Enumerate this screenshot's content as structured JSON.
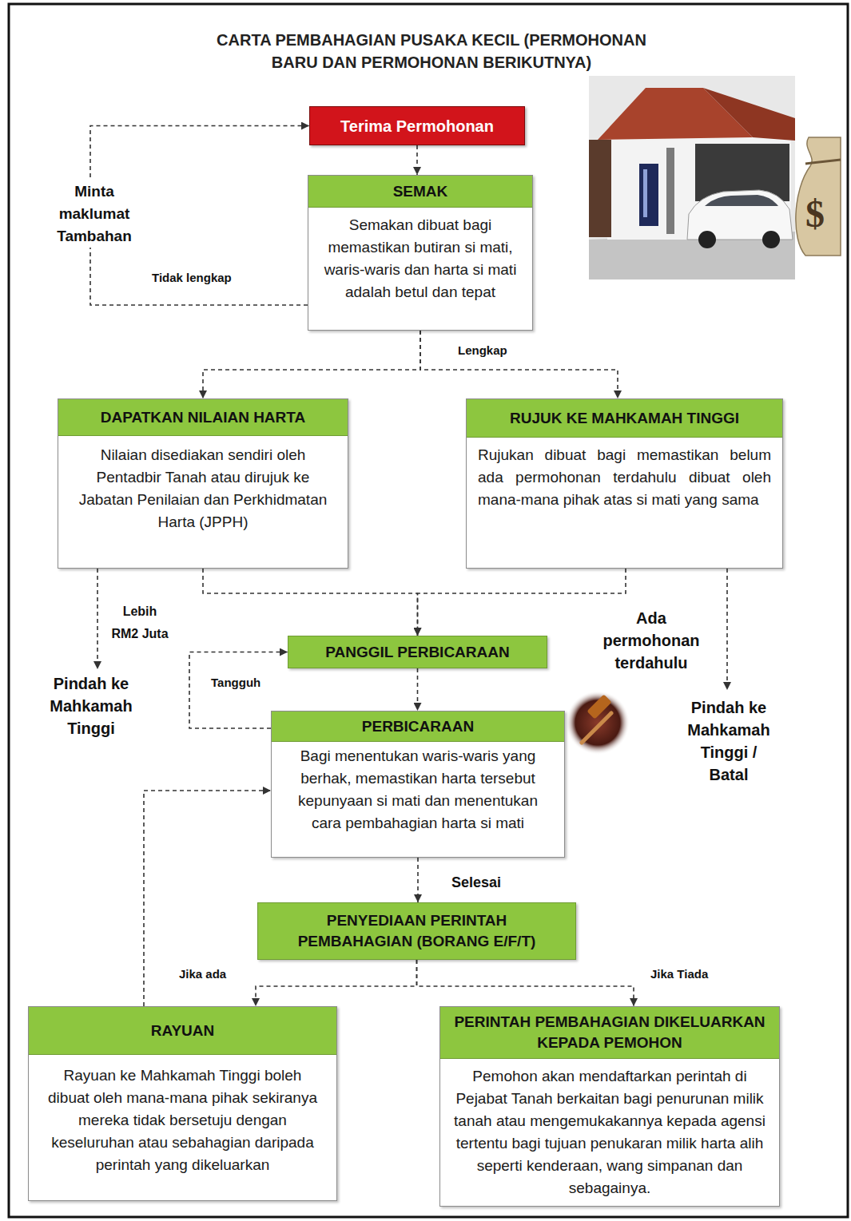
{
  "diagram": {
    "title": "CARTA PEMBAHAGIAN PUSAKA KECIL (PERMOHONAN BARU DAN PERMOHONAN BERIKUTNYA)",
    "nodes": [
      {
        "text": [
          "Terima Permohonan"
        ]
      },
      {
        "text": [
          "SEMAK",
          "Semakan dibuat bagi memastikan butiran si mati, waris-waris dan harta si mati adalah betul dan tepat"
        ]
      },
      {
        "text": [
          "DAPATKAN NILAIAN HARTA",
          "Nilaian disediakan sendiri oleh Pentadbir Tanah atau dirujuk ke Jabatan Penilaian dan Perkhidmatan Harta (JPPH)"
        ]
      },
      {
        "text": [
          "RUJUK KE MAHKAMAH TINGGI",
          "Rujukan dibuat bagi memastikan belum ada permohonan terdahulu dibuat oleh mana-mana pihak atas si mati yang sama"
        ]
      },
      {
        "text": [
          "PANGGIL PERBICARAAN"
        ]
      },
      {
        "text": [
          "PERBICARAAN",
          "Bagi menentukan waris-waris yang berhak, memastikan harta tersebut kepunyaan si mati dan menentukan cara pembahagian harta si mati"
        ]
      },
      {
        "text": [
          "PENYEDIAAN PERINTAH PEMBAHAGIAN (BORANG E/F/T)"
        ]
      },
      {
        "text": [
          "RAYUAN",
          "Rayuan ke Mahkamah Tinggi boleh dibuat oleh mana-mana pihak sekiranya mereka tidak bersetuju dengan keseluruhan atau sebahagian daripada perintah yang dikeluarkan"
        ]
      },
      {
        "text": [
          "PERINTAH PEMBAHAGIAN DIKELUARKAN KEPADA PEMOHON",
          "Pemohon akan mendaftarkan perintah di Pejabat Tanah berkaitan bagi penurunan milik tanah atau mengemukakannya kepada agensi tertentu bagi tujuan penukaran milik harta alih seperti kenderaan, wang simpanan dan sebagainya."
        ]
      }
    ],
    "edges": [
      {
        "from": 0,
        "to": 1,
        "arrow": "to"
      },
      {
        "from": 1,
        "to": 0,
        "label": "Tidak lengkap",
        "arrow": "to"
      },
      {
        "from": 1,
        "to": 2,
        "label": "Lengkap",
        "arrow": "to"
      },
      {
        "from": 1,
        "to": 3,
        "arrow": "to"
      },
      {
        "from": 2,
        "to": 4,
        "arrow": "to"
      },
      {
        "from": 3,
        "to": 4,
        "arrow": "to"
      },
      {
        "from": 4,
        "to": 5,
        "arrow": "to"
      },
      {
        "from": 5,
        "to": 4,
        "label": "Tangguh",
        "arrow": "to"
      },
      {
        "from": 5,
        "to": 6,
        "label": "Selesai",
        "arrow": "to"
      },
      {
        "from": 6,
        "to": 7,
        "label": "Jika ada",
        "arrow": "to"
      },
      {
        "from": 6,
        "to": 8,
        "label": "Jika Tiada",
        "arrow": "to"
      },
      {
        "from": 7,
        "to": 5,
        "arrow": "to"
      }
    ],
    "labels": [
      "Minta maklumat Tambahan",
      "$",
      "Lebih RM2 Juta",
      "Pindah ke Mahkamah Tinggi",
      "Ada permohonan terdahulu",
      "Pindah ke Mahkamah Tinggi / Batal"
    ]
  }
}
